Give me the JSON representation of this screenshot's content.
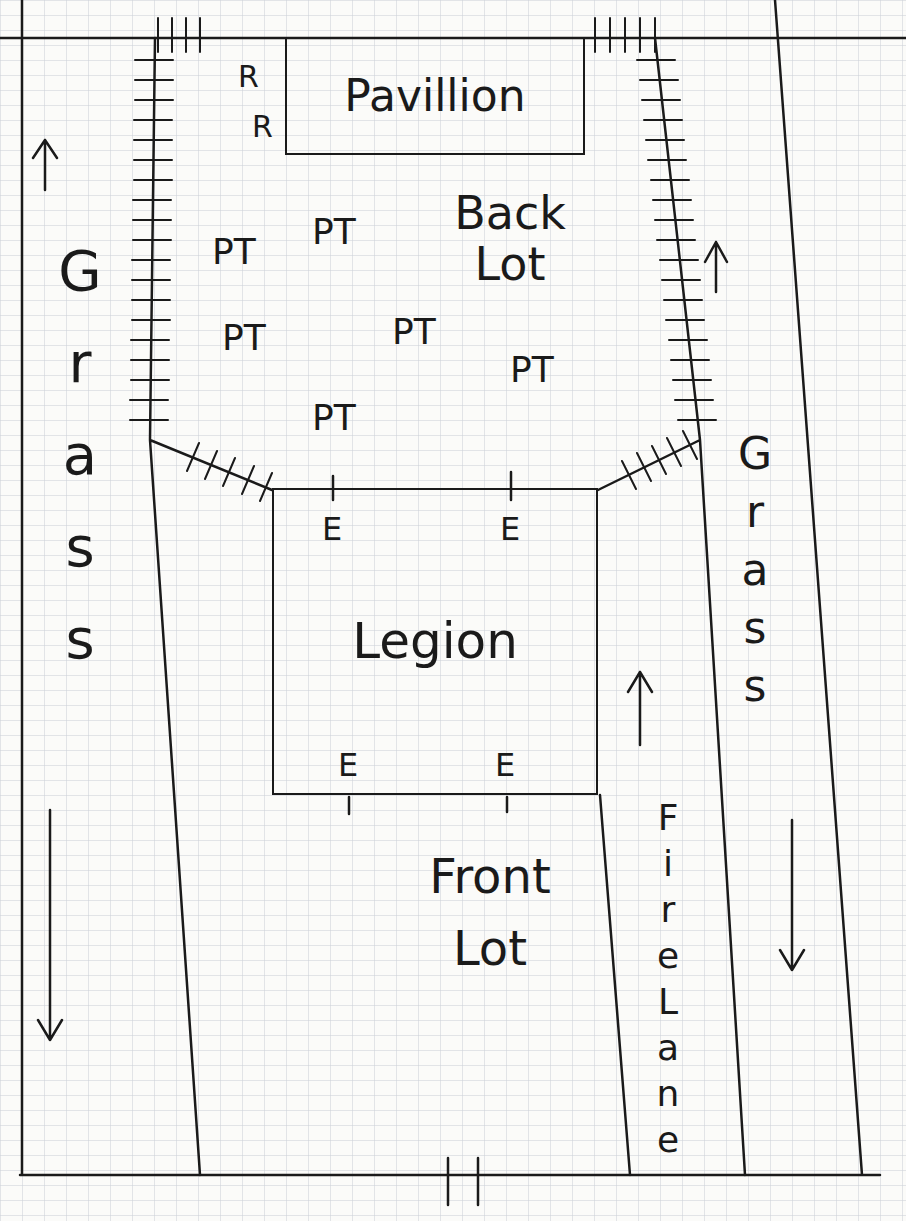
{
  "diagram": {
    "nodes": [
      {
        "text": [
          "Pavillion"
        ]
      },
      {
        "text": [
          "Grass"
        ]
      },
      {
        "text": [
          "Grass"
        ]
      },
      {
        "text": [
          "Legion"
        ]
      },
      {
        "text": [
          "Fire Lane"
        ]
      }
    ],
    "labels": [
      "R",
      "R",
      "Back Lot",
      "PT",
      "PT",
      "PT",
      "PT",
      "PT",
      "PT",
      "E",
      "E",
      "E",
      "E",
      "Front Lot"
    ]
  }
}
